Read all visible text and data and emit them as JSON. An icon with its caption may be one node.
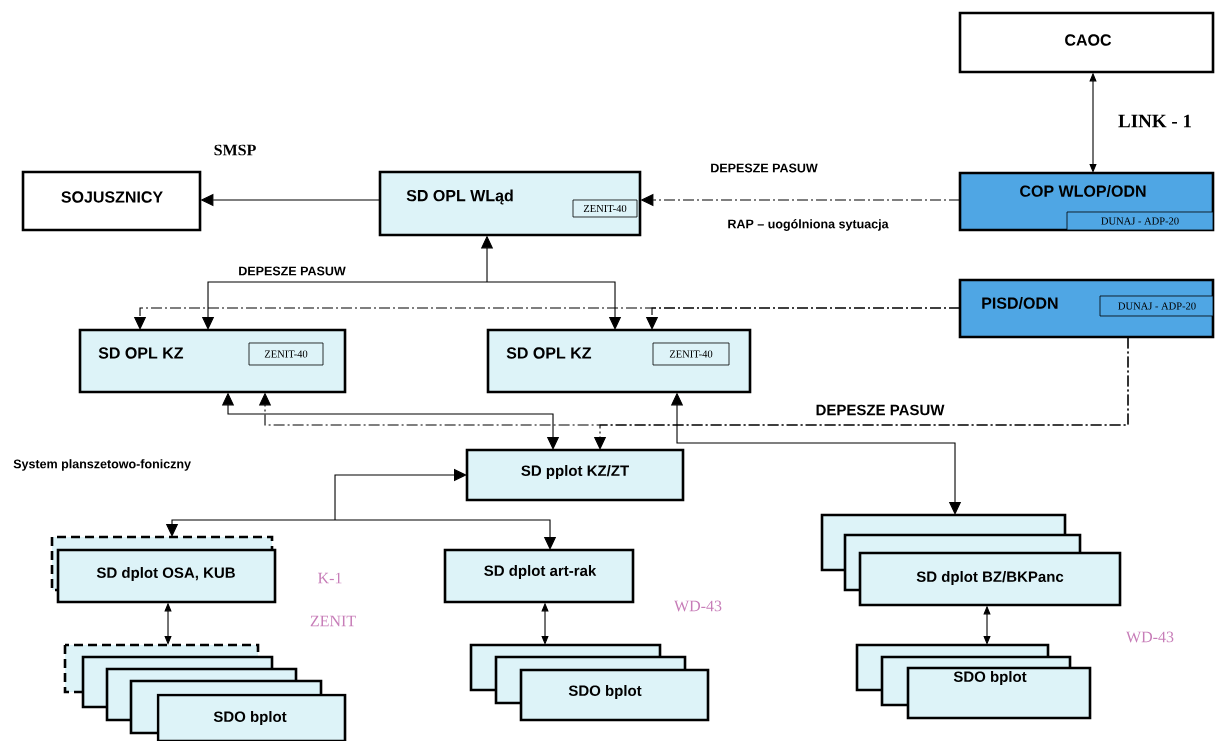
{
  "diagram": {
    "nodes": [
      {
        "text": [
          "CAOC"
        ]
      },
      {
        "text": [
          "SOJUSZNICY"
        ]
      },
      {
        "text": [
          "SD OPL WLąd"
        ]
      },
      {
        "text": [
          "ZENIT-40"
        ],
        "in": 2
      },
      {
        "text": [
          "COP WLOP/ODN"
        ]
      },
      {
        "text": [
          "DUNAJ - ADP-20"
        ],
        "in": 4
      },
      {
        "text": [
          "PISD/ODN"
        ]
      },
      {
        "text": [
          "DUNAJ - ADP-20"
        ],
        "in": 6
      },
      {
        "text": [
          "SD OPL KZ"
        ]
      },
      {
        "text": [
          "ZENIT-40"
        ],
        "in": 8
      },
      {
        "text": [
          "SD OPL KZ"
        ]
      },
      {
        "text": [
          "ZENIT-40"
        ],
        "in": 10
      },
      {
        "text": [
          "SD pplot KZ/ZT"
        ]
      },
      {
        "text": [
          "SD dplot OSA, KUB"
        ]
      },
      {
        "text": [
          "SD dplot art-rak"
        ]
      },
      {
        "text": [
          "SD dplot BZ/BKPanc"
        ]
      },
      {
        "text": [
          "SDO bplot"
        ]
      },
      {
        "text": [
          "SDO bplot"
        ]
      },
      {
        "text": [
          "SDO bplot"
        ]
      }
    ],
    "edges": [
      {
        "from": 4,
        "to": 0,
        "arrow": "both",
        "label": "LINK - 1"
      },
      {
        "from": 4,
        "to": 2,
        "arrow": "to",
        "style": "dashed",
        "label": "DEPESZE PASUW"
      },
      {
        "from": 2,
        "to": 1,
        "arrow": "to"
      },
      {
        "from": 2,
        "to": 8,
        "arrow": "both",
        "label": "DEPESZE PASUW"
      },
      {
        "from": 2,
        "to": 10,
        "arrow": "both"
      },
      {
        "from": 6,
        "to": 8,
        "arrow": "to",
        "style": "dashed"
      },
      {
        "from": 6,
        "to": 10,
        "arrow": "to",
        "style": "dashed"
      },
      {
        "from": 6,
        "to": 8,
        "arrow": "to",
        "style": "dashed"
      },
      {
        "from": 6,
        "to": 12,
        "arrow": "to",
        "style": "dashed",
        "label": "DEPESZE PASUW"
      },
      {
        "from": 8,
        "to": 12,
        "arrow": "both"
      },
      {
        "from": 10,
        "to": 15,
        "arrow": "both"
      },
      {
        "from": 12,
        "to": 13,
        "arrow": "both"
      },
      {
        "from": 12,
        "to": 14,
        "arrow": "both"
      },
      {
        "from": 13,
        "to": 16,
        "arrow": "both"
      },
      {
        "from": 14,
        "to": 17,
        "arrow": "both"
      },
      {
        "from": 15,
        "to": 18,
        "arrow": "both"
      }
    ],
    "labels": [
      "SMSP",
      "RAP – uogólniona sytuacja",
      "System planszetowo-foniczny",
      "K-1",
      "ZENIT",
      "WD-43",
      "WD-43"
    ]
  }
}
